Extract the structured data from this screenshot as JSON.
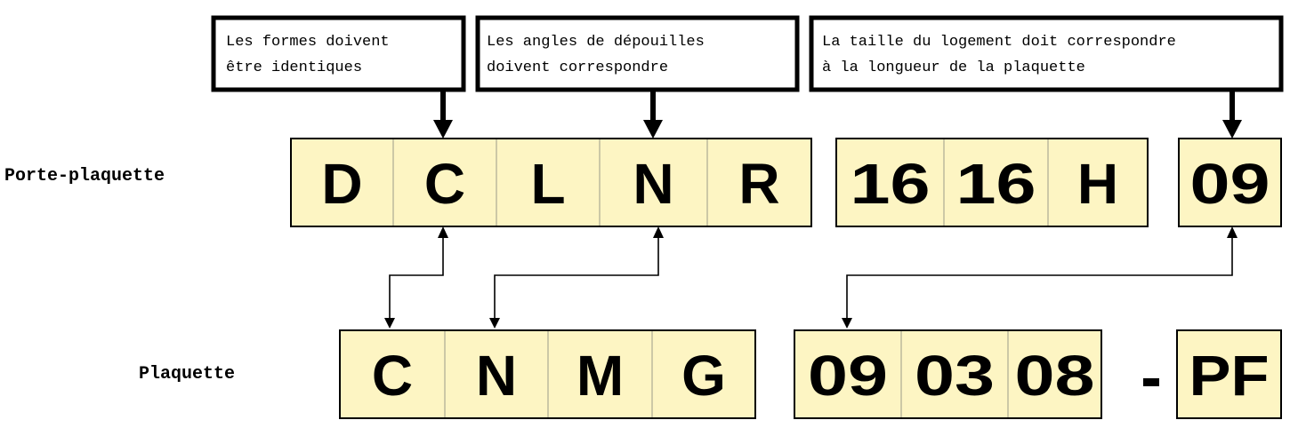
{
  "colors": {
    "cell_fill": "#fdf5c3",
    "stroke": "#000000"
  },
  "notes": [
    {
      "line1": "Les formes doivent",
      "line2": "être identiques"
    },
    {
      "line1": "Les angles de dépouilles",
      "line2": "doivent correspondre"
    },
    {
      "line1": "La taille du logement doit correspondre",
      "line2": "à la longueur de la plaquette"
    }
  ],
  "holder": {
    "label": "Porte-plaquette",
    "groups": [
      [
        "D",
        "C",
        "L",
        "N",
        "R"
      ],
      [
        "16",
        "16",
        "H"
      ],
      [
        "09"
      ]
    ]
  },
  "insert": {
    "label": "Plaquette",
    "groups": [
      [
        "C",
        "N",
        "M",
        "G"
      ],
      [
        "09",
        "03",
        "08"
      ],
      [
        "PF"
      ]
    ],
    "separator": "-"
  }
}
